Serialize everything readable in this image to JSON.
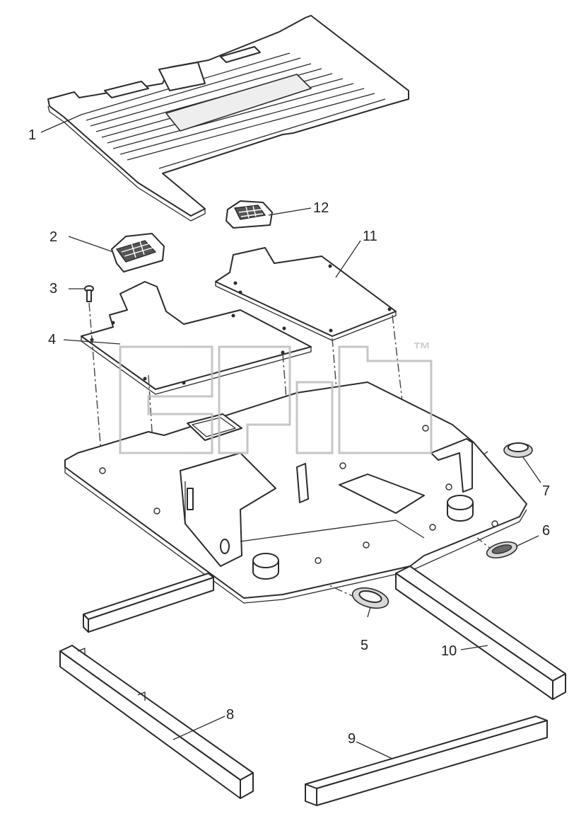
{
  "diagram": {
    "callouts": [
      "1",
      "2",
      "3",
      "4",
      "5",
      "6",
      "7",
      "8",
      "9",
      "10",
      "11",
      "12"
    ],
    "watermark_tm": "™"
  },
  "colors": {
    "line": "#2b2b2b",
    "shade": "#d8d8d8",
    "watermark": "#bdbdbd",
    "background": "#ffffff"
  }
}
